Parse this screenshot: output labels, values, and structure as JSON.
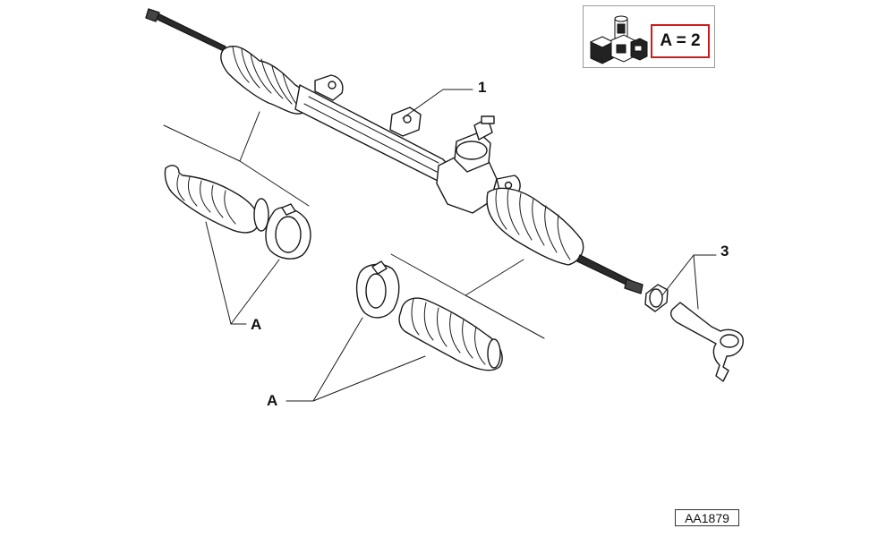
{
  "legend": {
    "quantity_text": "A = 2",
    "icon": "parts-kit-icon",
    "highlight_color": "#d21a1a"
  },
  "callouts": {
    "rack": "1",
    "tie_rod_end": "3",
    "boot_kit_upper": "A",
    "boot_kit_lower": "A"
  },
  "reference_code": "AA1879"
}
